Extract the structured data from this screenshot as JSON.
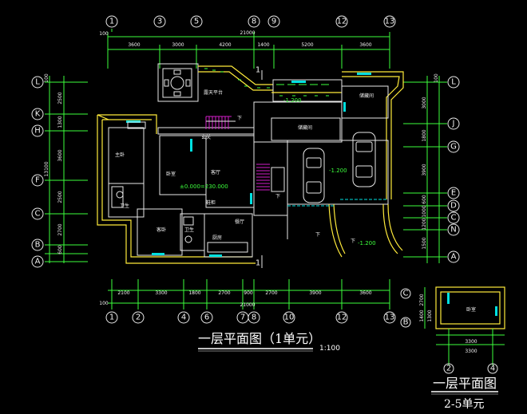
{
  "top_axes": [
    "1",
    "3",
    "5",
    "8",
    "9",
    "12",
    "13"
  ],
  "bottom_axes": [
    "1",
    "2",
    "4",
    "6",
    "7",
    "8",
    "10",
    "12",
    "13"
  ],
  "left_axes": [
    "L",
    "K",
    "H",
    "F",
    "C",
    "B",
    "A"
  ],
  "right_axes": [
    "L",
    "J",
    "G",
    "E",
    "D",
    "C",
    "N",
    "A"
  ],
  "inset_axes_bottom": [
    "2",
    "4"
  ],
  "inset_axes_left": [
    "C",
    "B"
  ],
  "top_total": "21000",
  "top_segments": [
    "3600",
    "3000",
    "4200",
    "1400",
    "5200",
    "3600"
  ],
  "bottom_total": "21000",
  "bottom_segments": [
    "2100",
    "3300",
    "1800",
    "2700",
    "900",
    "2700",
    "3900",
    "3600"
  ],
  "left_total": "13100",
  "left_segments": [
    "2500",
    "1300",
    "3600",
    "2500",
    "2700",
    "600"
  ],
  "right_segments": [
    "3000",
    "1800",
    "3900",
    "600",
    "1000",
    "1200",
    "1500"
  ],
  "edge_small": "100",
  "inset_dims": [
    "3300",
    "3300"
  ],
  "inset_left_dims": [
    "2700",
    "1400",
    "1300"
  ],
  "room_labels": {
    "outdoor_terrace": "露天平台",
    "master_bedroom": "主卧",
    "bedroom": "卧室",
    "living": "客厅",
    "dining": "餐厅",
    "kitchen": "厨房",
    "bath1": "卫生",
    "bath2": "卫生",
    "guest": "客卧",
    "storage": "储藏间",
    "garage_store": "储藏间",
    "foyer": "玄关",
    "shoe": "鞋柜",
    "inset_room": "卧室"
  },
  "levels": {
    "main": "±0.000=230.000",
    "terrace": "-1.200",
    "garage": "-1.200",
    "garage_low": "-1.200"
  },
  "down_labels": [
    "下",
    "下",
    "下",
    "下"
  ],
  "section_marks": [
    "1",
    "1"
  ],
  "title_main": "一层平面图（1单元）",
  "scale": "1:100",
  "title_inset": "一层平面图",
  "subtitle_inset": "2-5单元"
}
